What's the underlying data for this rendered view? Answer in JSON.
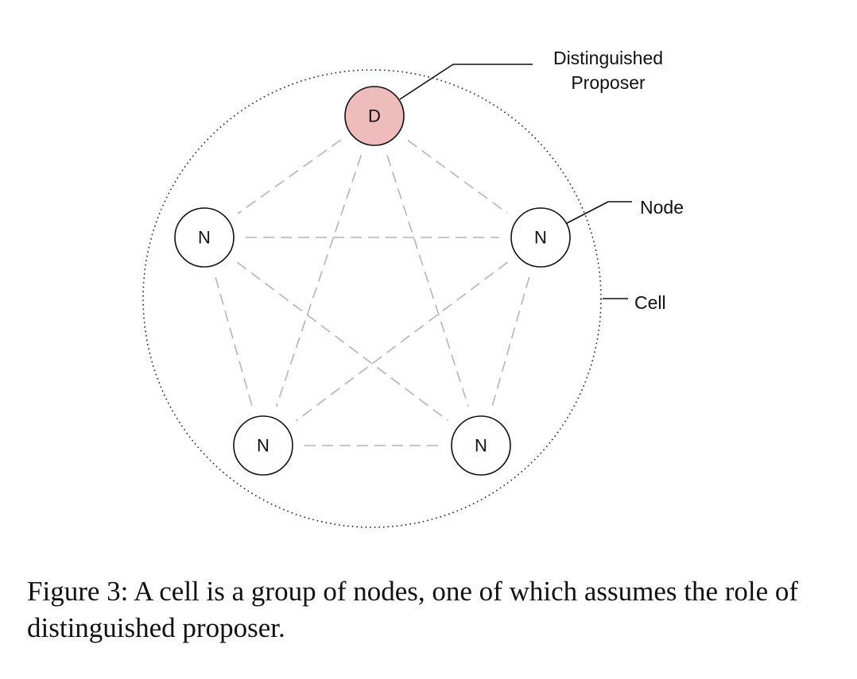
{
  "diagram": {
    "nodes": [
      {
        "id": "d",
        "letter": "D",
        "distinguished": true
      },
      {
        "id": "n1",
        "letter": "N",
        "distinguished": false
      },
      {
        "id": "n2",
        "letter": "N",
        "distinguished": false
      },
      {
        "id": "n3",
        "letter": "N",
        "distinguished": false
      },
      {
        "id": "n4",
        "letter": "N",
        "distinguished": false
      }
    ],
    "edges": [
      [
        "d",
        "n1"
      ],
      [
        "d",
        "n2"
      ],
      [
        "d",
        "n3"
      ],
      [
        "d",
        "n4"
      ],
      [
        "n1",
        "n2"
      ],
      [
        "n1",
        "n3"
      ],
      [
        "n1",
        "n4"
      ],
      [
        "n2",
        "n3"
      ],
      [
        "n2",
        "n4"
      ],
      [
        "n3",
        "n4"
      ]
    ],
    "labels": {
      "distinguished_line1": "Distinguished",
      "distinguished_line2": "Proposer",
      "node": "Node",
      "cell": "Cell"
    },
    "colors": {
      "distinguished_fill": "#efbcbc",
      "node_fill": "#ffffff",
      "edge": "#b4b4b4"
    }
  },
  "caption": "Figure 3: A cell is a group of nodes, one of which assumes the role of distinguished proposer."
}
